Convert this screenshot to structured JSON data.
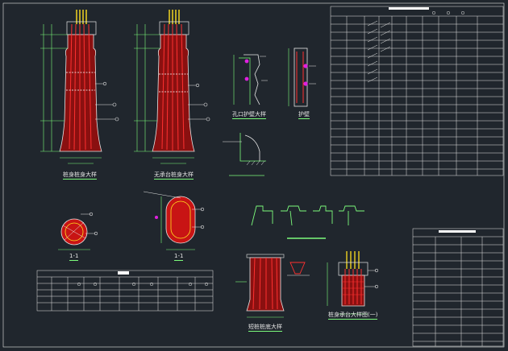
{
  "drawing": {
    "views": {
      "pile_a": "桩身桩身大样",
      "pile_b": "无承台桩身大样",
      "detail_a": "孔口护壁大样",
      "detail_b": "护壁",
      "section_a": "1-1",
      "section_b": "1-1",
      "short_pile": "短桩桩底大样",
      "cap_detail": "桩身承台大样图(一)"
    }
  },
  "palette": {
    "background": "#20262d",
    "line": "#e6e6e6",
    "dim": "#7cfc7c",
    "rebar": "#ff2020",
    "fill": "#c81414",
    "yellow": "#ffe020",
    "magenta": "#e020e0"
  }
}
